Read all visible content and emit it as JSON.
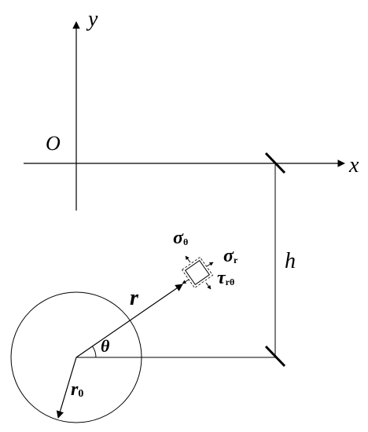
{
  "labels": {
    "y_axis": "y",
    "x_axis": "x",
    "origin": "O",
    "depth": "h",
    "radius_vector": "r",
    "angle": "θ",
    "hole_radius": "r",
    "hole_radius_sub": "0",
    "sigma_theta": "σ",
    "sigma_theta_sub": "θ",
    "sigma_r": "σ",
    "sigma_r_sub": "r",
    "tau": "τ",
    "tau_sub": "rθ"
  }
}
